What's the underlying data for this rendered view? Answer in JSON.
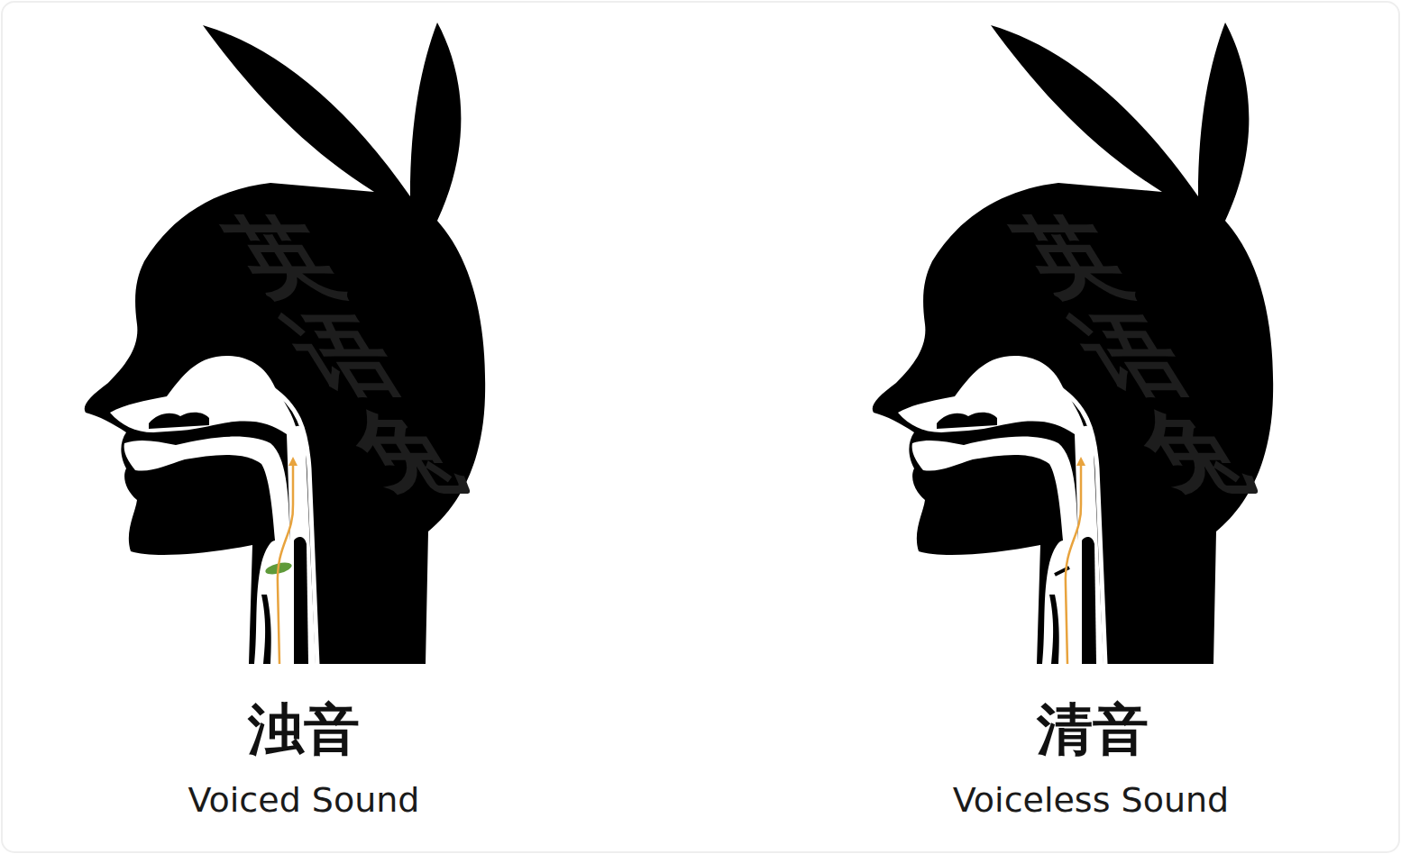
{
  "diagram": {
    "labels": [
      "英语兔",
      "浊音",
      "Voiced Sound",
      "英语兔",
      "清音",
      "Voiceless Sound"
    ]
  }
}
